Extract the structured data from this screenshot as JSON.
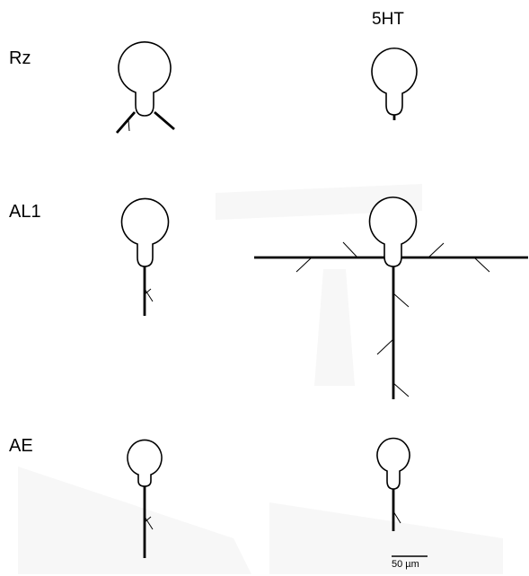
{
  "column_header": "5HT",
  "rows": [
    {
      "label": "Rz"
    },
    {
      "label": "AL1"
    },
    {
      "label": "AE"
    }
  ],
  "marker": "*",
  "scale_bar": {
    "text": "50 µm"
  }
}
